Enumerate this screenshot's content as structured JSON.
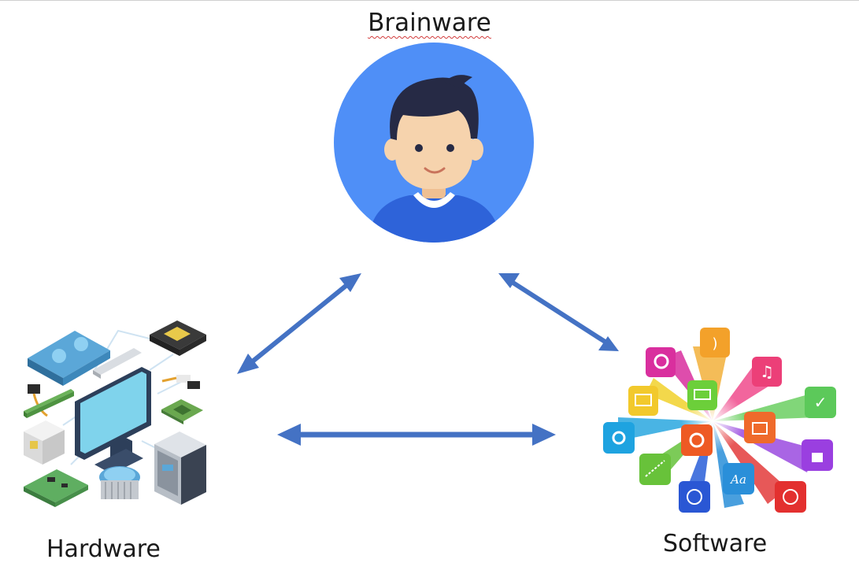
{
  "nodes": {
    "brainware": {
      "label": "Brainware",
      "icon": "person-avatar-icon"
    },
    "hardware": {
      "label": "Hardware",
      "icon": "computer-hardware-icon"
    },
    "software": {
      "label": "Software",
      "icon": "app-icons-burst-icon"
    }
  },
  "colors": {
    "arrow": "#4472c4",
    "avatar_circle": "#4f8ff7",
    "hair": "#262a45",
    "skin": "#f6d3ad",
    "shirt": "#2e63d9"
  },
  "edges": [
    {
      "from": "brainware",
      "to": "hardware",
      "direction": "both"
    },
    {
      "from": "brainware",
      "to": "software",
      "direction": "both"
    },
    {
      "from": "hardware",
      "to": "software",
      "direction": "both"
    }
  ]
}
